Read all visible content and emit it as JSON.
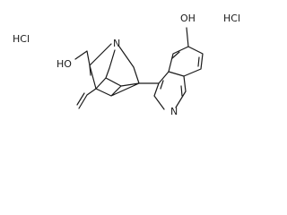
{
  "atom_labels": {
    "hcl_left": "HCl",
    "hcl_right": "HCl",
    "hydroxyl_left": "HO",
    "hydroxyl_right": "OH",
    "bridge_nitrogen": "N",
    "ring_nitrogen": "N"
  },
  "colors": {
    "ink": "#1a1a1a",
    "background": "#ffffff"
  }
}
